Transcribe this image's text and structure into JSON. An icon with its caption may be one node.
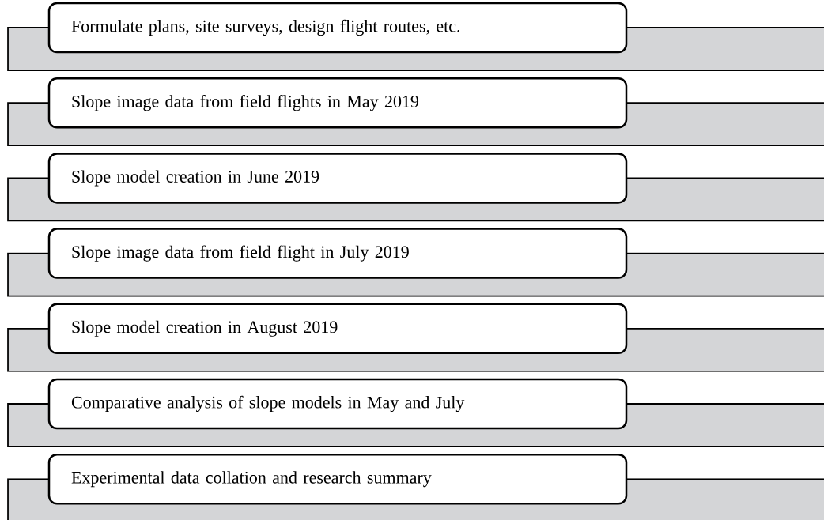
{
  "diagram": {
    "nodes": [
      {
        "text": [
          "Formulate plans, site surveys, design flight routes, etc."
        ]
      },
      {
        "text": [
          "Slope image data from field flights in May 2019"
        ]
      },
      {
        "text": [
          "Slope model creation in June 2019"
        ]
      },
      {
        "text": [
          "Slope image data from field flight in July 2019"
        ]
      },
      {
        "text": [
          "Slope model creation in August 2019"
        ]
      },
      {
        "text": [
          "Comparative analysis of slope models in May and July"
        ]
      },
      {
        "text": [
          "Experimental data collation and research summary"
        ]
      }
    ]
  }
}
